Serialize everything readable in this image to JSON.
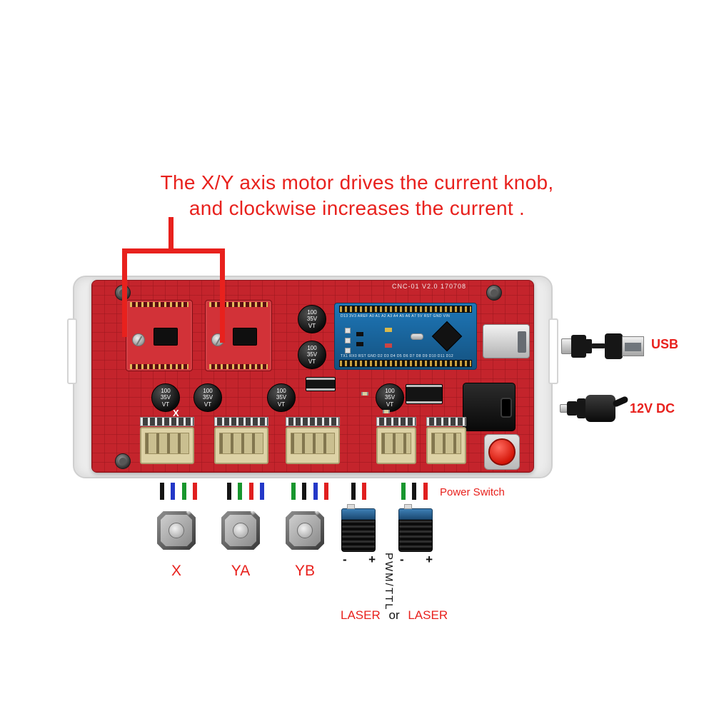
{
  "annotation": {
    "line1": "The X/Y axis motor drives the current knob,",
    "line2": "and clockwise increases the current .",
    "color": "#e8211d"
  },
  "board": {
    "silkscreen": "CNC-01 V2.0 170708",
    "cap_lines": [
      "100",
      "35V",
      "VT"
    ],
    "x_mark": "X",
    "arduino": {
      "top_pins": "D13 3V3 AREF A0 A1 A2 A3 A4 A5 A6 A7 5V RST GND VIN",
      "bottom_pins": "TX1 RX0 RST GND D2 D3 D4 D5 D6 D7 D8 D9 D10 D11 D12"
    }
  },
  "right_labels": {
    "usb": "USB",
    "dc": "12V DC"
  },
  "bottom": {
    "power_switch": "Power Switch",
    "motors": [
      "X",
      "YA",
      "YB"
    ],
    "minus": "-",
    "plus": "+",
    "pwm_ttl": "PWM/TTL",
    "laser1": "LASER",
    "or_text": "or",
    "laser2": "LASER"
  },
  "wire_groups": [
    {
      "name": "motor-x-wires",
      "colors": [
        "#141414",
        "#2438c8",
        "#18962e",
        "#e01f1f"
      ]
    },
    {
      "name": "motor-ya-wires",
      "colors": [
        "#141414",
        "#18962e",
        "#e01f1f",
        "#2438c8"
      ]
    },
    {
      "name": "motor-yb-wires",
      "colors": [
        "#18962e",
        "#141414",
        "#2438c8",
        "#e01f1f"
      ]
    },
    {
      "name": "laser-2pin-wires",
      "colors": [
        "#141414",
        "#e01f1f"
      ]
    },
    {
      "name": "laser-3pin-wires",
      "colors": [
        "#18962e",
        "#141414",
        "#e01f1f"
      ]
    }
  ],
  "colors": {
    "annotation_red": "#e8211d",
    "pcb_red": "#c4242c",
    "driver_red": "#d23238",
    "nano_blue": "#1a6fb0",
    "acrylic_gray": "#ececec",
    "connector_beige": "#ddd2a6",
    "switch_red": "#e02318"
  }
}
